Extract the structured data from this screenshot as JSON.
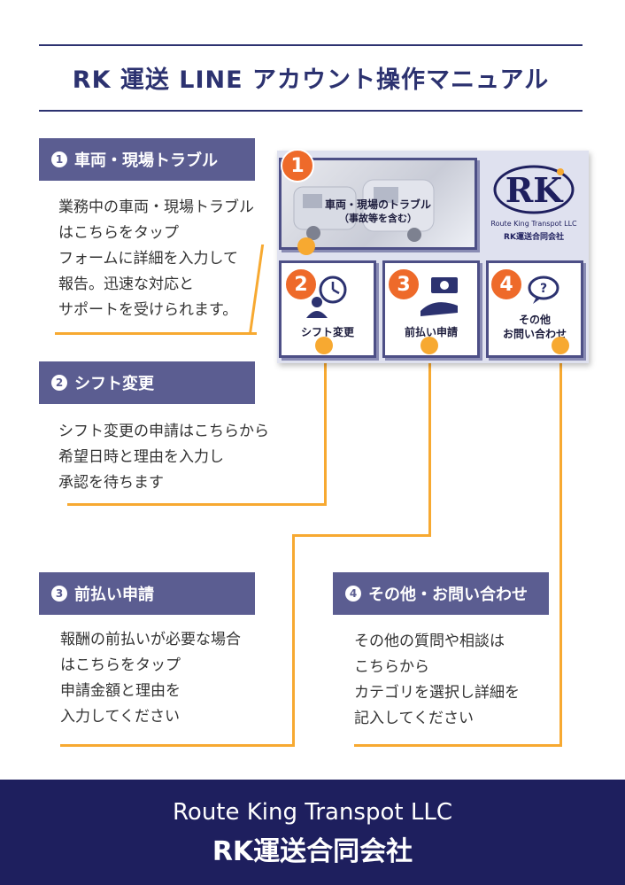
{
  "title": "RK 運送 LINE アカウント操作マニュアル",
  "sections": [
    {
      "num": "1",
      "heading": "車両・現場トラブル",
      "body": "業務中の車両・現場トラブル\nはこちらをタップ\nフォームに詳細を入力して\n報告。迅速な対応と\nサポートを受けられます。"
    },
    {
      "num": "2",
      "heading": "シフト変更",
      "body": "シフト変更の申請はこちらから\n希望日時と理由を入力し\n承認を待ちます"
    },
    {
      "num": "3",
      "heading": "前払い申請",
      "body": "報酬の前払いが必要な場合\nはこちらをタップ\n申請金額と理由を\n入力してください"
    },
    {
      "num": "4",
      "heading": "その他・お問い合わせ",
      "body": "その他の質問や相談は\nこちらから\nカテゴリを選択し詳細を\n記入してください"
    }
  ],
  "menu": {
    "tile1": {
      "badge": "1",
      "label_line1": "車両・現場のトラブル",
      "label_line2": "（事故等を含む）"
    },
    "tile2": {
      "badge": "2",
      "label": "シフト変更"
    },
    "tile3": {
      "badge": "3",
      "label": "前払い申請"
    },
    "tile4": {
      "badge": "4",
      "label_line1": "その他",
      "label_line2": "お問い合わせ"
    },
    "logo": {
      "letters": "RK",
      "company_en": "Route King Transpot LLC",
      "company_ja": "RK運送合同会社"
    }
  },
  "footer": {
    "company_en": "Route King Transpot  LLC",
    "company_ja": "RK運送合同会社"
  },
  "colors": {
    "navy": "#2c3270",
    "section_bg": "#5b5d91",
    "accent_orange": "#f7a931",
    "badge_orange": "#ee6a2a",
    "footer_bg": "#1e1f5e"
  }
}
